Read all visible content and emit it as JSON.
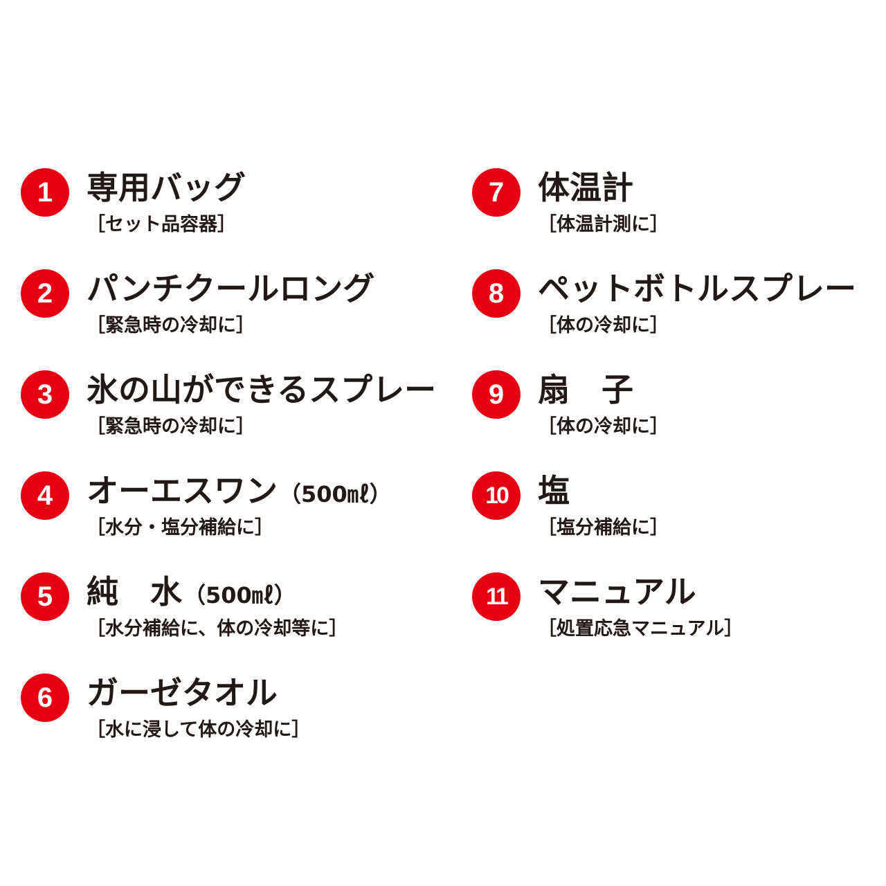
{
  "items": [
    {
      "number": "1",
      "name": "専用バッグ",
      "qty": "",
      "note": "［セット品容器］"
    },
    {
      "number": "2",
      "name": "パンチクールロング",
      "qty": "",
      "note": "［緊急時の冷却に］"
    },
    {
      "number": "3",
      "name": "氷の山ができるスプレー",
      "qty": "",
      "note": "［緊急時の冷却に］"
    },
    {
      "number": "4",
      "name": "オーエスワン",
      "qty": "（500㎖）",
      "note": "［水分・塩分補給に］"
    },
    {
      "number": "5",
      "name": "純　水",
      "qty": "（500㎖）",
      "note": "［水分補給に、体の冷却等に］"
    },
    {
      "number": "6",
      "name": "ガーゼタオル",
      "qty": "",
      "note": "［水に浸して体の冷却に］"
    },
    {
      "number": "7",
      "name": "体温計",
      "qty": "",
      "note": "［体温計測に］"
    },
    {
      "number": "8",
      "name": "ペットボトルスプレー",
      "qty": "",
      "note": "［体の冷却に］"
    },
    {
      "number": "9",
      "name": "扇　子",
      "qty": "",
      "note": "［体の冷却に］"
    },
    {
      "number": "10",
      "name": "塩",
      "qty": "",
      "note": "［塩分補給に］"
    },
    {
      "number": "11",
      "name": "マニュアル",
      "qty": "",
      "note": "［処置応急マニュアル］"
    }
  ],
  "colors": {
    "badge": "#e60012",
    "text": "#231815"
  }
}
